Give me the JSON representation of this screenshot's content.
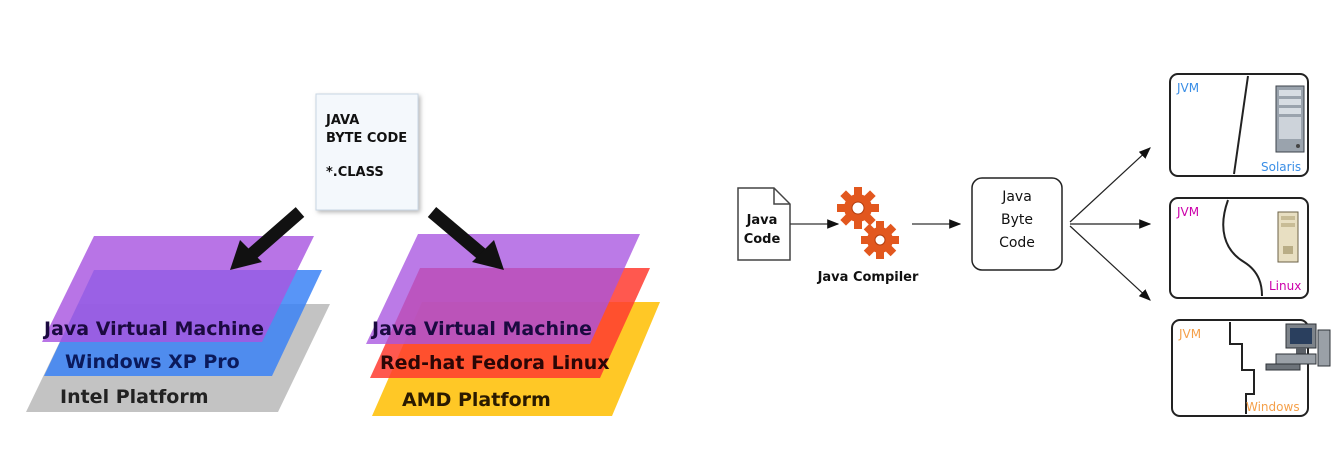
{
  "left_diagram": {
    "bytecode_box": {
      "line1": "JAVA",
      "line2": "BYTE CODE",
      "line3": "*.CLASS"
    },
    "windows_stack": {
      "jvm_label": "Java Virtual Machine",
      "os_label": "Windows XP Pro",
      "platform_label": "Intel Platform",
      "colors": {
        "jvm": "#a855e0",
        "os": "#3b82f6",
        "platform": "#b8b8b8"
      }
    },
    "linux_stack": {
      "jvm_label": "Java Virtual Machine",
      "os_label": "Red-hat Fedora Linux",
      "platform_label": "AMD Platform",
      "colors": {
        "jvm": "#a855e0",
        "os": "#ff3b30",
        "platform": "#ffc20e"
      }
    }
  },
  "right_diagram": {
    "source_file": {
      "line1": "Java",
      "line2": "Code"
    },
    "compiler_label": "Java Compiler",
    "compiler_icon": "gears-icon",
    "bytecode_box": {
      "line1": "Java",
      "line2": "Byte",
      "line3": "Code"
    },
    "targets": [
      {
        "jvm_label": "JVM",
        "os_label": "Solaris",
        "icon": "server-icon",
        "color": "#3a8ee6"
      },
      {
        "jvm_label": "JVM",
        "os_label": "Linux",
        "icon": "pc-tower-icon",
        "color": "#cc00aa"
      },
      {
        "jvm_label": "JVM",
        "os_label": "Windows",
        "icon": "desktop-computer-icon",
        "color": "#f5a04a"
      }
    ]
  }
}
